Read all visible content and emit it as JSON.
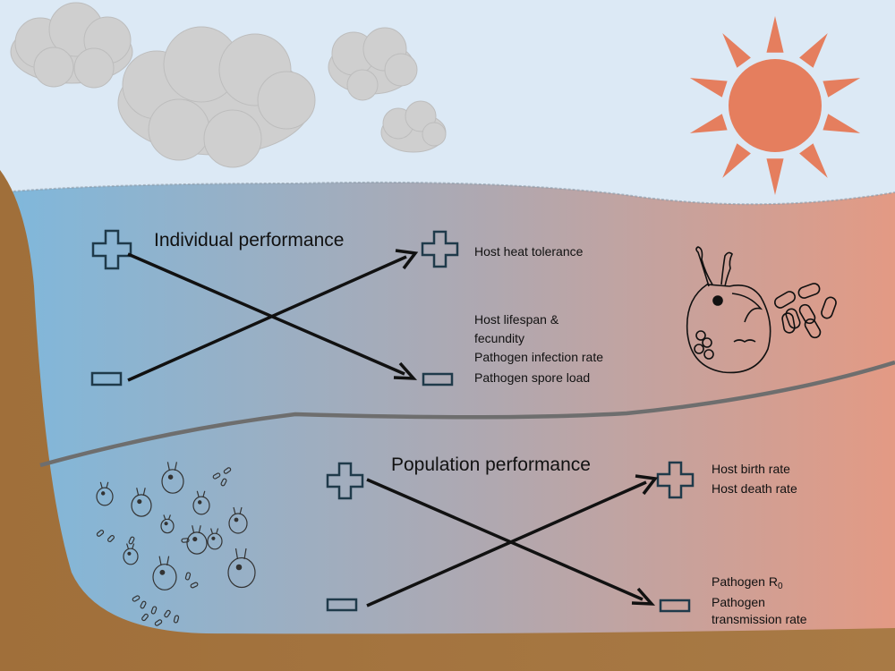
{
  "colors": {
    "sky": "#dce9f5",
    "water_left": "#7fb8dc",
    "water_right": "#e39a84",
    "ground": "#a0723e",
    "sun": "#e57e5e",
    "cloud": "#cfcfcf",
    "sign_stroke": "#1f3a4a",
    "arrow": "#111111",
    "divider": "#6e6e6e"
  },
  "individual": {
    "title": "Individual performance",
    "plus_label": "Host heat tolerance",
    "minus_labels": [
      "Host lifespan &",
      "fecundity",
      "Pathogen infection rate",
      "Pathogen spore load"
    ]
  },
  "population": {
    "title": "Population performance",
    "plus_labels": [
      "Host birth rate",
      "Host death rate"
    ],
    "minus_label_r0_main": "Pathogen R",
    "minus_label_r0_sub": "0",
    "minus_labels": [
      "Pathogen",
      "transmission rate"
    ]
  },
  "icons": [
    "sun-icon",
    "cloud-icon",
    "daphnia-icon",
    "spore-icon",
    "plus-sign-icon",
    "minus-sign-icon"
  ]
}
